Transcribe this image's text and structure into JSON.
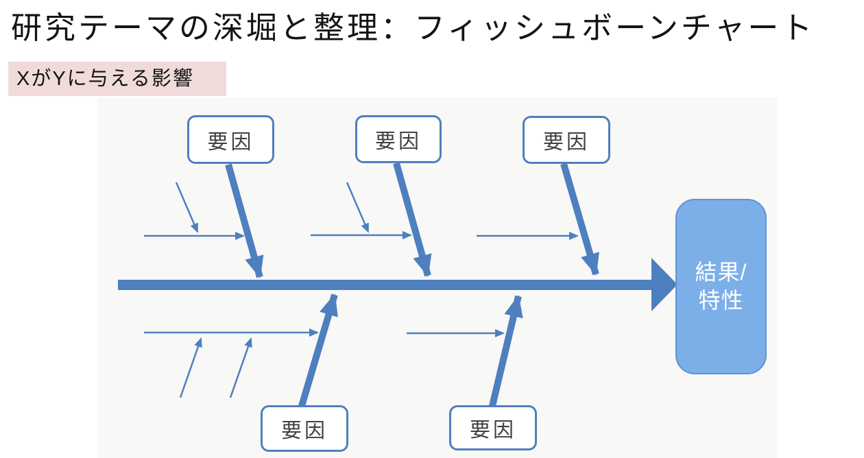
{
  "title": "研究テーマの深堀と整理：フィッシュボーンチャート",
  "subtitle": {
    "text": "XがYに与える影響"
  },
  "diagram": {
    "type": "fishbone-chart",
    "top_causes": [
      "要因",
      "要因",
      "要因"
    ],
    "bottom_causes": [
      "要因",
      "要因"
    ],
    "effect_line1": "結果/",
    "effect_line2": "特性"
  },
  "colors": {
    "accent": "#4e7fbf",
    "panel_bg": "#f8f8f7",
    "highlight_bg": "#f0dbda",
    "result_fill": "#7cafe8",
    "result_border": "#5e93d2",
    "factor_text": "#404040",
    "title_color": "#141414"
  }
}
